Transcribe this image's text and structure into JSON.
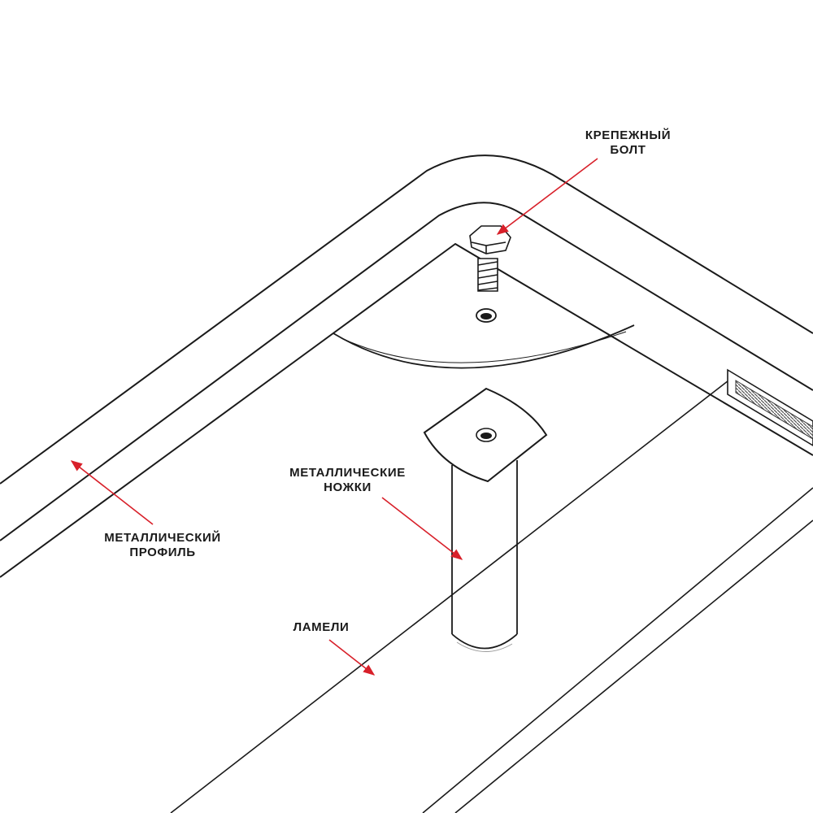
{
  "labels": {
    "bolt": {
      "line1": "КРЕПЕЖНЫЙ",
      "line2": "БОЛТ"
    },
    "legs": {
      "line1": "МЕТАЛЛИЧЕСКИЕ",
      "line2": "НОЖКИ"
    },
    "profile": {
      "line1": "МЕТАЛЛИЧЕСКИЙ",
      "line2": "ПРОФИЛЬ"
    },
    "slats": {
      "line1": "ЛАМЕЛИ"
    }
  },
  "colors": {
    "outline": "#1a1a1a",
    "faint_outline": "#9a9a9a",
    "arrow": "#d8202a",
    "text": "#1a1a1a"
  }
}
